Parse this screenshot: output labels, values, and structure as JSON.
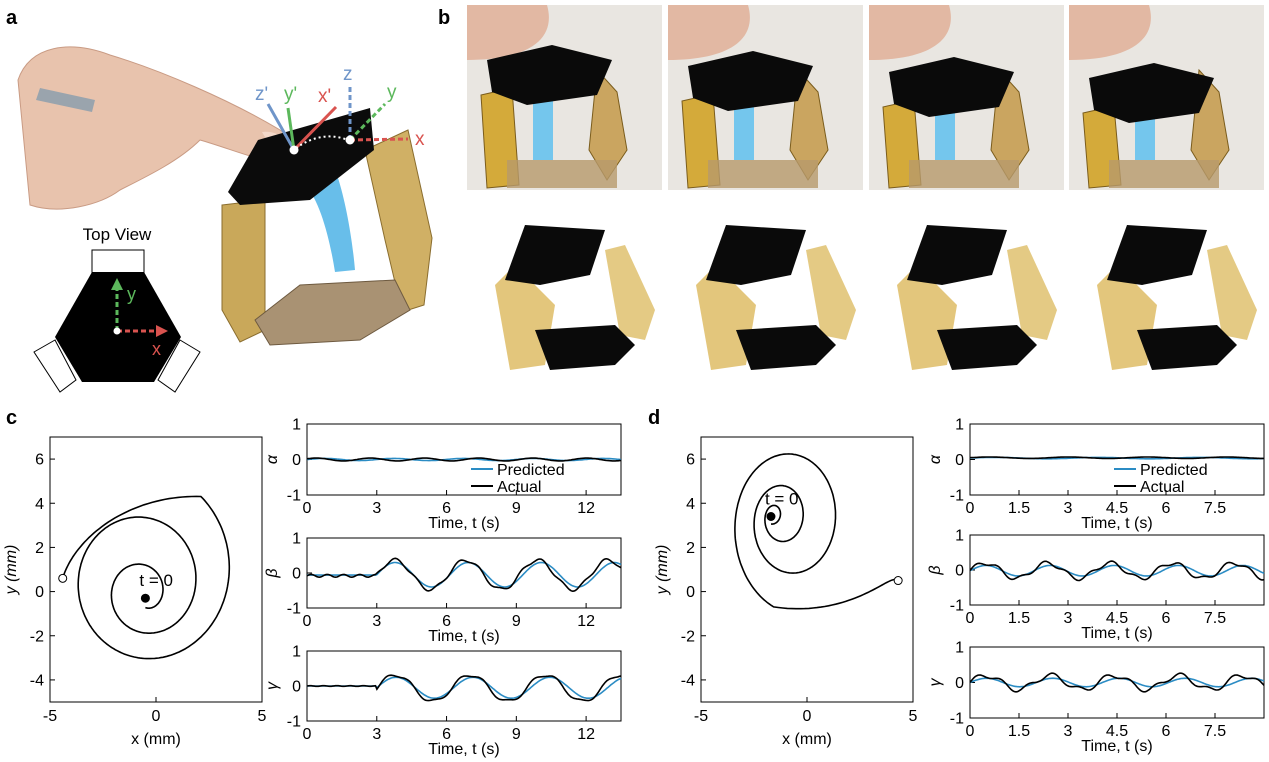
{
  "panels": {
    "a": "a",
    "b": "b",
    "c": "c",
    "d": "d"
  },
  "panel_a": {
    "frame_labels": [
      "z'",
      "y'",
      "x'",
      "z",
      "y",
      "x"
    ],
    "top_view_title": "Top View",
    "top_view_axes": [
      "y",
      "x"
    ]
  },
  "colors": {
    "predicted": "#2b8cc4",
    "actual": "#000000",
    "gold": "#d9b350",
    "black_plate": "#0a0a0a",
    "axis_x": "#d9534f",
    "axis_y": "#5cb85c",
    "axis_z": "#6f95c9"
  },
  "chart_data": [
    {
      "id": "c-traj",
      "type": "line",
      "xlabel": "x (mm)",
      "ylabel": "y (mm)",
      "xlim": [
        -5,
        5
      ],
      "ylim": [
        -5,
        7
      ],
      "xticks": [
        "-5",
        "0",
        "5"
      ],
      "yticks": [
        "-4",
        "-2",
        "0",
        "2",
        "4",
        "6"
      ],
      "annotation": "t = 0",
      "start": [
        -0.5,
        -0.3
      ],
      "end": [
        -4.4,
        0.6
      ]
    },
    {
      "id": "c-alpha",
      "type": "line",
      "ylabel": "α",
      "xlabel": "Time, t (s)",
      "xlim": [
        0,
        13.5
      ],
      "ylim": [
        -1,
        1
      ],
      "xticks": [
        "0",
        "3",
        "6",
        "9",
        "12"
      ],
      "yticks": [
        "-1",
        "0",
        "1"
      ],
      "legend": [
        "Predicted",
        "Actual"
      ]
    },
    {
      "id": "c-beta",
      "type": "line",
      "ylabel": "β",
      "xlabel": "Time, t (s)",
      "xlim": [
        0,
        13.5
      ],
      "ylim": [
        -1,
        1
      ],
      "xticks": [
        "0",
        "3",
        "6",
        "9",
        "12"
      ],
      "yticks": [
        "-1",
        "0",
        "1"
      ]
    },
    {
      "id": "c-gamma",
      "type": "line",
      "ylabel": "γ",
      "xlabel": "Time, t (s)",
      "xlim": [
        0,
        13.5
      ],
      "ylim": [
        -1,
        1
      ],
      "xticks": [
        "0",
        "3",
        "6",
        "9",
        "12"
      ],
      "yticks": [
        "-1",
        "0",
        "1"
      ]
    },
    {
      "id": "d-traj",
      "type": "line",
      "xlabel": "x (mm)",
      "ylabel": "y (mm)",
      "xlim": [
        -5,
        5
      ],
      "ylim": [
        -5,
        7
      ],
      "xticks": [
        "-5",
        "0",
        "5"
      ],
      "yticks": [
        "-4",
        "-2",
        "0",
        "2",
        "4",
        "6"
      ],
      "annotation": "t = 0",
      "start": [
        -1.7,
        3.4
      ],
      "end": [
        4.3,
        0.5
      ]
    },
    {
      "id": "d-alpha",
      "type": "line",
      "ylabel": "α",
      "xlabel": "Time, t (s)",
      "xlim": [
        0,
        9
      ],
      "ylim": [
        -1,
        1
      ],
      "xticks": [
        "0",
        "1.5",
        "3",
        "4.5",
        "6",
        "7.5"
      ],
      "yticks": [
        "-1",
        "0",
        "1"
      ],
      "legend": [
        "Predicted",
        "Actual"
      ]
    },
    {
      "id": "d-beta",
      "type": "line",
      "ylabel": "β",
      "xlabel": "Time, t (s)",
      "xlim": [
        0,
        9
      ],
      "ylim": [
        -1,
        1
      ],
      "xticks": [
        "0",
        "1.5",
        "3",
        "4.5",
        "6",
        "7.5"
      ],
      "yticks": [
        "-1",
        "0",
        "1"
      ]
    },
    {
      "id": "d-gamma",
      "type": "line",
      "ylabel": "γ",
      "xlabel": "Time, t (s)",
      "xlim": [
        0,
        9
      ],
      "ylim": [
        -1,
        1
      ],
      "xticks": [
        "0",
        "1.5",
        "3",
        "4.5",
        "6",
        "7.5"
      ],
      "yticks": [
        "-1",
        "0",
        "1"
      ]
    }
  ]
}
